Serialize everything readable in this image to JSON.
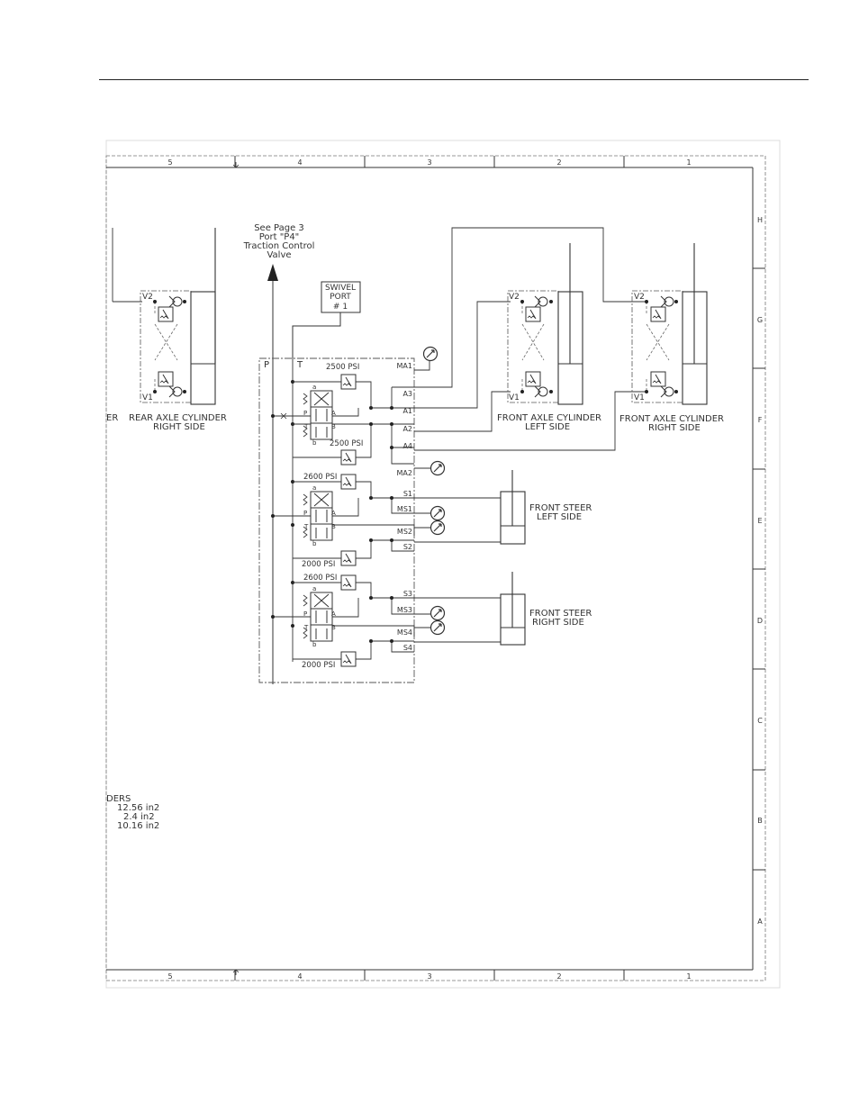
{
  "frame": {
    "columns": [
      "5",
      "4",
      "3",
      "2",
      "1"
    ],
    "rows": [
      "H",
      "G",
      "F",
      "E",
      "D",
      "C",
      "B",
      "A"
    ]
  },
  "notes": {
    "see_page": [
      "See Page 3",
      "Port \"P4\"",
      "Traction Control",
      "Valve"
    ],
    "swivel": [
      "SWIVEL",
      "PORT",
      "# 1"
    ],
    "cylinders_partial": [
      "DERS",
      "12.56  in2",
      "2.4  in2",
      "10.16  in2"
    ],
    "left_edge_fragment": "ER"
  },
  "axle_cylinders": [
    {
      "id": "rear-right",
      "lines": [
        "REAR AXLE CYLINDER",
        "RIGHT SIDE"
      ],
      "v2": "V2",
      "v1": "V1"
    },
    {
      "id": "front-left",
      "lines": [
        "FRONT AXLE CYLINDER",
        "LEFT SIDE"
      ],
      "v2": "V2",
      "v1": "V1"
    },
    {
      "id": "front-right",
      "lines": [
        "FRONT AXLE CYLINDER",
        "RIGHT SIDE"
      ],
      "v2": "V2",
      "v1": "V1"
    }
  ],
  "steer_cylinders": [
    {
      "id": "steer-left",
      "lines": [
        "FRONT STEER",
        "LEFT SIDE"
      ]
    },
    {
      "id": "steer-right",
      "lines": [
        "FRONT STEER",
        "RIGHT SIDE"
      ]
    }
  ],
  "manifold": {
    "p": "P",
    "t": "T",
    "ports": [
      "MA1",
      "A3",
      "A1",
      "A2",
      "A4",
      "MA2",
      "S1",
      "MS1",
      "MS2",
      "S2",
      "S3",
      "MS3",
      "MS4",
      "S4"
    ],
    "relief": [
      "2500 PSI",
      "2500 PSI",
      "2600 PSI",
      "2000 PSI",
      "2600 PSI",
      "2000 PSI"
    ],
    "valve_ports": [
      "P",
      "A",
      "T",
      "B"
    ],
    "solenoids": [
      "a",
      "b"
    ]
  }
}
